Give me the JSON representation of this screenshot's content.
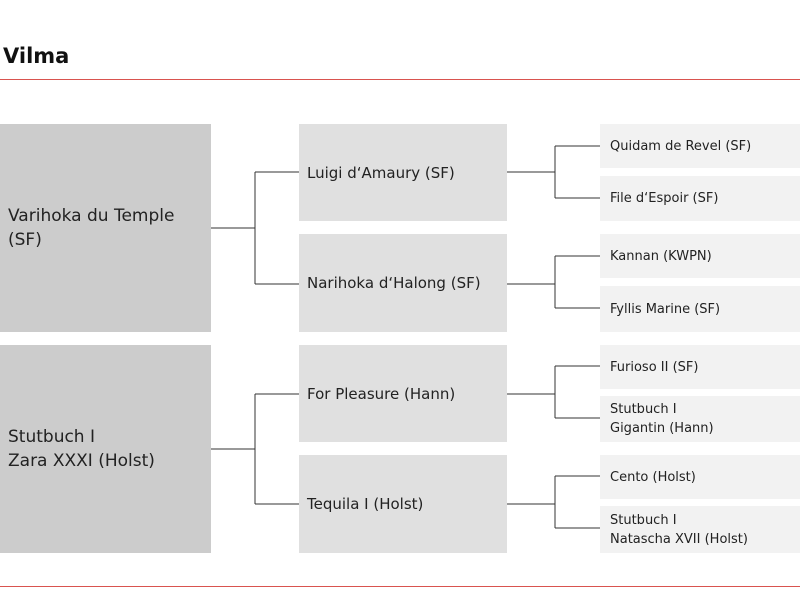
{
  "title": "Vilma",
  "colors": {
    "rule": "#d9534f",
    "connector": "#333333",
    "gen1": "#cccccc",
    "gen2": "#e0e0e0",
    "gen3": "#f2f2f2"
  },
  "pedigree": {
    "sire": {
      "name": "Varihoka du Temple\n(SF)",
      "sire": {
        "name": "Luigi d‘Amaury (SF)",
        "sire": "Quidam de Revel (SF)",
        "dam": "File d‘Espoir (SF)"
      },
      "dam": {
        "name": "Narihoka d‘Halong (SF)",
        "sire": "Kannan (KWPN)",
        "dam": "Fyllis Marine (SF)"
      }
    },
    "dam": {
      "name": "Stutbuch I\nZara XXXI (Holst)",
      "sire": {
        "name": "For Pleasure (Hann)",
        "sire": "Furioso II (SF)",
        "dam": "Stutbuch I\nGigantin (Hann)"
      },
      "dam": {
        "name": "Tequila I (Holst)",
        "sire": "Cento (Holst)",
        "dam": "Stutbuch I\nNatascha XVII (Holst)"
      }
    }
  }
}
